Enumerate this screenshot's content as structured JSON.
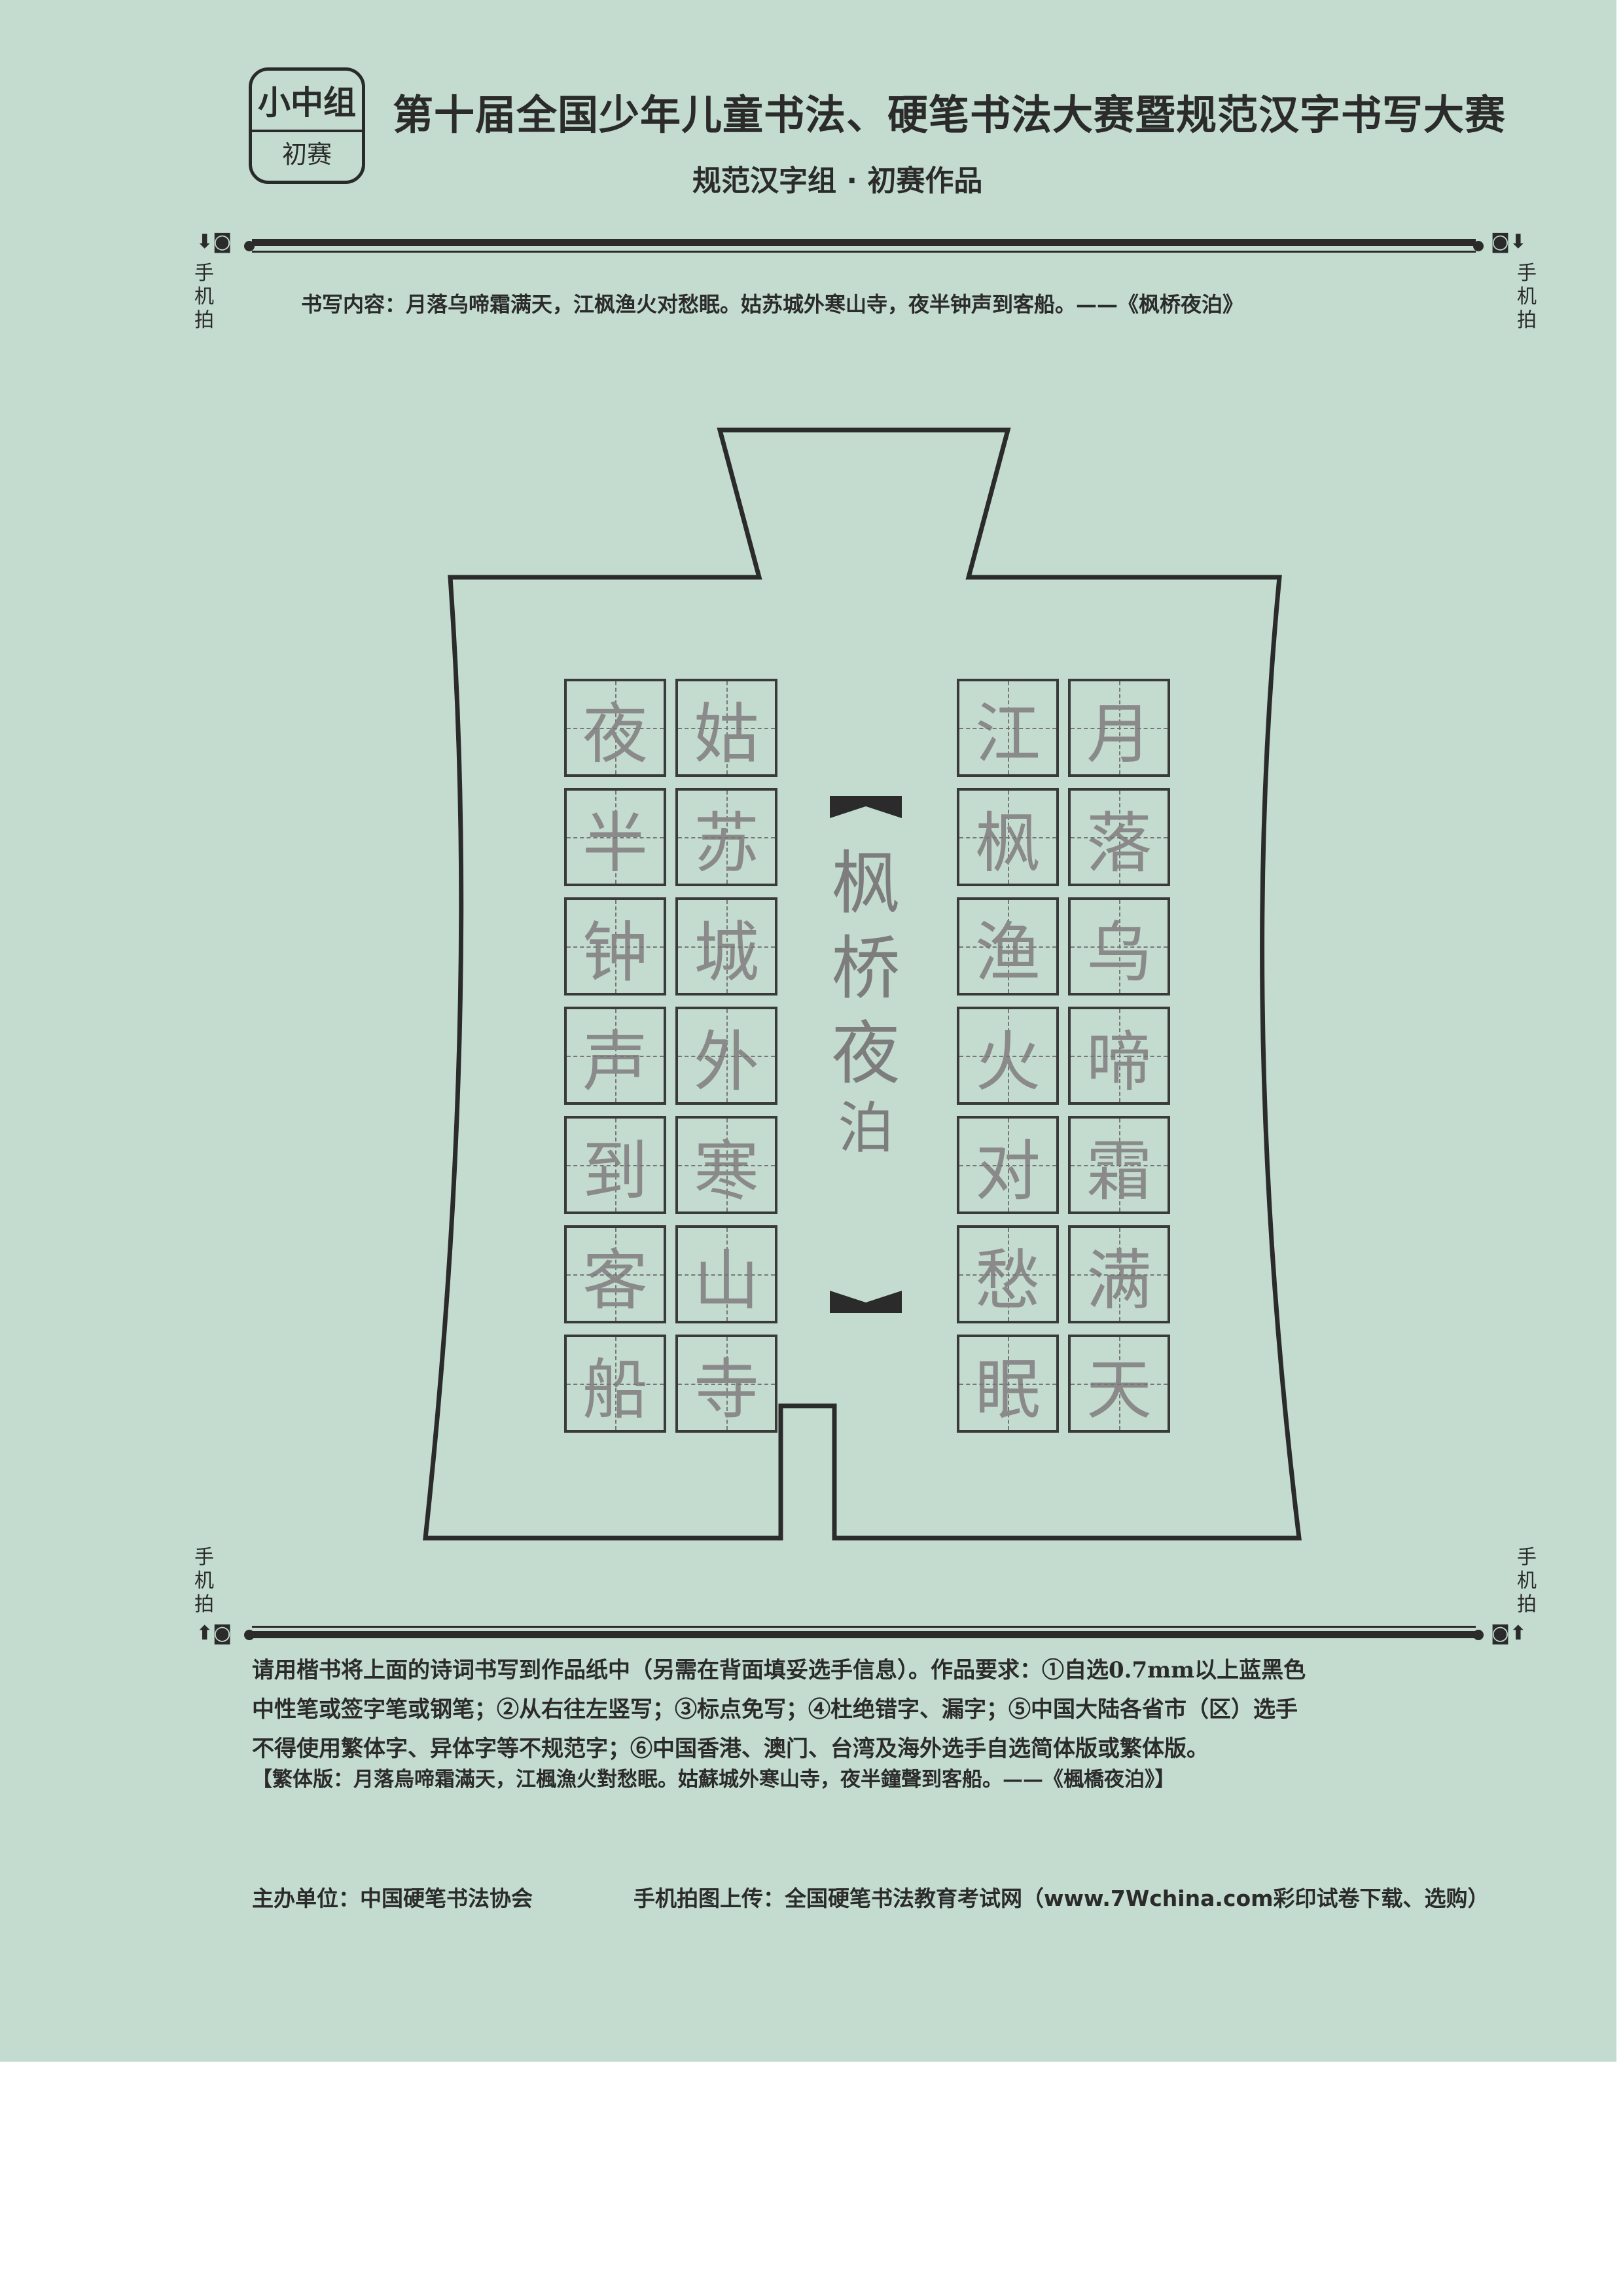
{
  "header": {
    "badge_top": "小中组",
    "badge_bottom": "初赛",
    "title": "第十届全国少年儿童书法、硬笔书法大赛暨规范汉字书写大赛",
    "subtitle": "规范汉字组 · 初赛作品"
  },
  "phone_label": "手机拍",
  "content_line": "书写内容：月落乌啼霜满天，江枫渔火对愁眠。姑苏城外寒山寺，夜半钟声到客船。——《枫桥夜泊》",
  "poem": {
    "title_chars": [
      "枫",
      "桥",
      "夜",
      "泊"
    ],
    "columns_right_to_left": [
      [
        "月",
        "落",
        "乌",
        "啼",
        "霜",
        "满",
        "天"
      ],
      [
        "江",
        "枫",
        "渔",
        "火",
        "对",
        "愁",
        "眠"
      ],
      [
        "姑",
        "苏",
        "城",
        "外",
        "寒",
        "山",
        "寺"
      ],
      [
        "夜",
        "半",
        "钟",
        "声",
        "到",
        "客",
        "船"
      ]
    ]
  },
  "requirements": {
    "line1": "请用楷书将上面的诗词书写到作品纸中（另需在背面填妥选手信息）。作品要求：①自选0.7mm以上蓝黑色",
    "line2": "中性笔或签字笔或钢笔；②从右往左竖写；③标点免写；④杜绝错字、漏字；⑤中国大陆各省市（区）选手",
    "line3": "不得使用繁体字、异体字等不规范字；⑥中国香港、澳门、台湾及海外选手自选简体版或繁体版。",
    "traditional": "【繁体版：月落烏啼霜滿天，江楓漁火對愁眠。姑蘇城外寒山寺，夜半鐘聲到客船。——《楓橋夜泊》】"
  },
  "footer": {
    "organizer": "主办单位：中国硬笔书法协会",
    "upload": "手机拍图上传：全国硬笔书法教育考试网（www.7Wchina.com彩印试卷下载、选购）"
  },
  "colors": {
    "paper": "#c3dccf",
    "ink": "#2b2b2b",
    "pencil": "#8a8a8a"
  }
}
